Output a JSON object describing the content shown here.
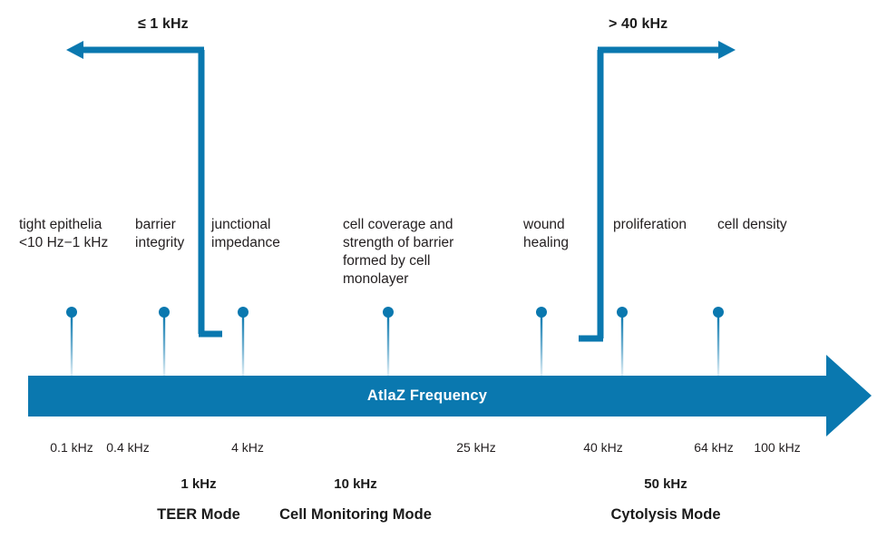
{
  "diagram": {
    "title": "AtlaZ Frequency",
    "accent_color": "#0a78af",
    "text_color": "#231f20",
    "bar_label": "AtlaZ Frequency"
  },
  "ranges": [
    {
      "id": "low",
      "label": "≤ 1 kHz",
      "direction": "left"
    },
    {
      "id": "high",
      "label": "> 40 kHz",
      "direction": "right"
    }
  ],
  "descriptors": [
    {
      "id": "tight-epithelia",
      "text": "tight epithelia\n<10 Hz−1 kHz"
    },
    {
      "id": "barrier-integrity",
      "text": "barrier\nintegrity"
    },
    {
      "id": "junctional-impedance",
      "text": "junctional\nimpedance"
    },
    {
      "id": "cell-coverage",
      "text": "cell coverage and\nstrength of barrier\nformed by cell\nmonolayer"
    },
    {
      "id": "wound-healing",
      "text": "wound\nhealing"
    },
    {
      "id": "proliferation",
      "text": "proliferation"
    },
    {
      "id": "cell-density",
      "text": "cell density"
    }
  ],
  "ticks": [
    {
      "id": "t-0-1",
      "label": "0.1 kHz"
    },
    {
      "id": "t-0-4",
      "label": "0.4 kHz"
    },
    {
      "id": "t-4",
      "label": "4 kHz"
    },
    {
      "id": "t-25",
      "label": "25 kHz"
    },
    {
      "id": "t-40",
      "label": "40 kHz"
    },
    {
      "id": "t-64",
      "label": "64 kHz"
    },
    {
      "id": "t-100",
      "label": "100 kHz"
    }
  ],
  "modes": [
    {
      "id": "teer",
      "frequency": "1 kHz",
      "name": "TEER Mode"
    },
    {
      "id": "cell-monitoring",
      "frequency": "10 kHz",
      "name": "Cell Monitoring Mode"
    },
    {
      "id": "cytolysis",
      "frequency": "50 kHz",
      "name": "Cytolysis Mode"
    }
  ],
  "chart_data": {
    "type": "diagram",
    "title": "AtlaZ Frequency",
    "axis_label": "AtlaZ Frequency",
    "tick_values_khz": [
      0.1,
      0.4,
      4,
      25,
      40,
      64,
      100
    ],
    "tick_labels": [
      "0.1 kHz",
      "0.4 kHz",
      "4 kHz",
      "25 kHz",
      "40 kHz",
      "64 kHz",
      "100 kHz"
    ],
    "markers": [
      {
        "frequency": "0.1 kHz",
        "application": "tight epithelia <10 Hz−1 kHz"
      },
      {
        "frequency": "0.4 kHz",
        "application": "barrier integrity"
      },
      {
        "frequency": "4 kHz",
        "application": "junctional impedance"
      },
      {
        "frequency": "25 kHz",
        "application": "cell coverage and strength of barrier formed by cell monolayer"
      },
      {
        "frequency": "40 kHz",
        "application": "wound healing"
      },
      {
        "frequency": "64 kHz",
        "application": "proliferation"
      },
      {
        "frequency": "100 kHz",
        "application": "cell density"
      }
    ],
    "modes": [
      {
        "name": "TEER Mode",
        "frequency": "1 kHz",
        "range": "≤ 1 kHz"
      },
      {
        "name": "Cell Monitoring Mode",
        "frequency": "10 kHz",
        "range": ""
      },
      {
        "name": "Cytolysis Mode",
        "frequency": "50 kHz",
        "range": "> 40 kHz"
      }
    ],
    "legend": [],
    "grid": false
  }
}
